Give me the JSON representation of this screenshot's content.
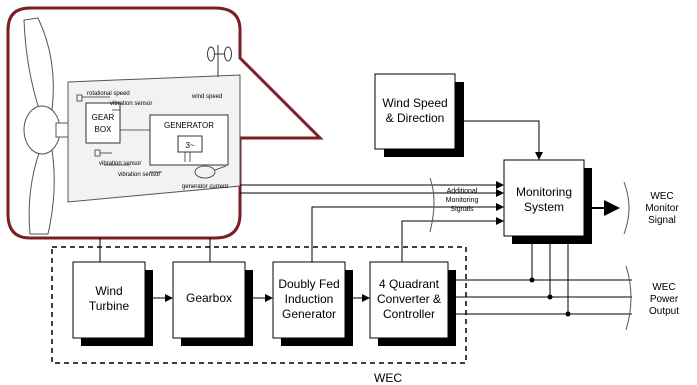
{
  "nacelle": {
    "rotational_speed": "rotational speed",
    "vibration_sensor_top": "vibration sensor",
    "wind_speed": "wind speed",
    "gear_box": [
      "GEAR",
      "BOX"
    ],
    "generator": "GENERATOR",
    "three_phase": "3~",
    "vibration_sensor_mid": "vibration sensor",
    "vibration_sensor_low": "vibration sensor",
    "generator_current": "generator current"
  },
  "blocks": {
    "wind_speed_direction": [
      "Wind Speed",
      "& Direction"
    ],
    "monitoring_system": [
      "Monitoring",
      "System"
    ],
    "wind_turbine": [
      "Wind",
      "Turbine"
    ],
    "gearbox": [
      "Gearbox"
    ],
    "dfig": [
      "Doubly Fed",
      "Induction",
      "Generator"
    ],
    "converter": [
      "4 Quadrant",
      "Converter &",
      "Controller"
    ]
  },
  "labels": {
    "additional_signals": [
      "Additional",
      "Monitoring",
      "Signals"
    ],
    "wec_monitor_signal": [
      "WEC",
      "Monitor",
      "Signal"
    ],
    "wec_power_output": [
      "WEC",
      "Power",
      "Output"
    ],
    "wec": "WEC"
  },
  "colors": {
    "callout_border": "#7a1f24",
    "nacelle_fill": "#f2f2f2",
    "block_shadow": "#000000"
  }
}
